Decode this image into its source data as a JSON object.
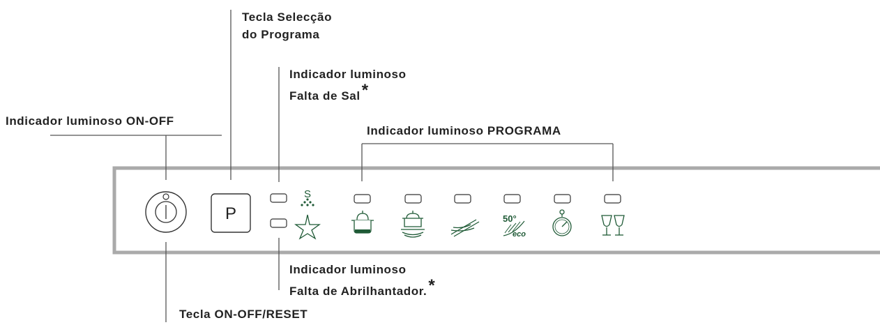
{
  "labels": {
    "program_select_key": {
      "line1": "Tecla Selecção",
      "line2": "do Programa"
    },
    "salt_indicator": {
      "line1": "Indicador luminoso",
      "line2": "Falta de Sal",
      "mark": "*"
    },
    "onoff_indicator": "Indicador luminoso ON-OFF",
    "program_indicator": "Indicador luminoso PROGRAMA",
    "rinse_aid_indicator": {
      "line1": "Indicador luminoso",
      "line2": "Falta de Abrilhantador.",
      "mark": "*"
    },
    "onoff_reset_key": "Tecla ON-OFF/RESET"
  },
  "panel": {
    "program_button_letter": "P",
    "salt_icon_letter": "S",
    "eco_icon": {
      "temperature": "50°",
      "text": "eco"
    }
  },
  "program_icons": [
    "intensive-pot-icon",
    "pots-and-plates-icon",
    "normal-dishes-icon",
    "eco-50-icon",
    "timer-quick-icon",
    "glasses-icon"
  ],
  "colors": {
    "icon_green": "#1f5a36",
    "panel_border": "#aaaaaa",
    "line": "#555555",
    "text": "#222222"
  }
}
